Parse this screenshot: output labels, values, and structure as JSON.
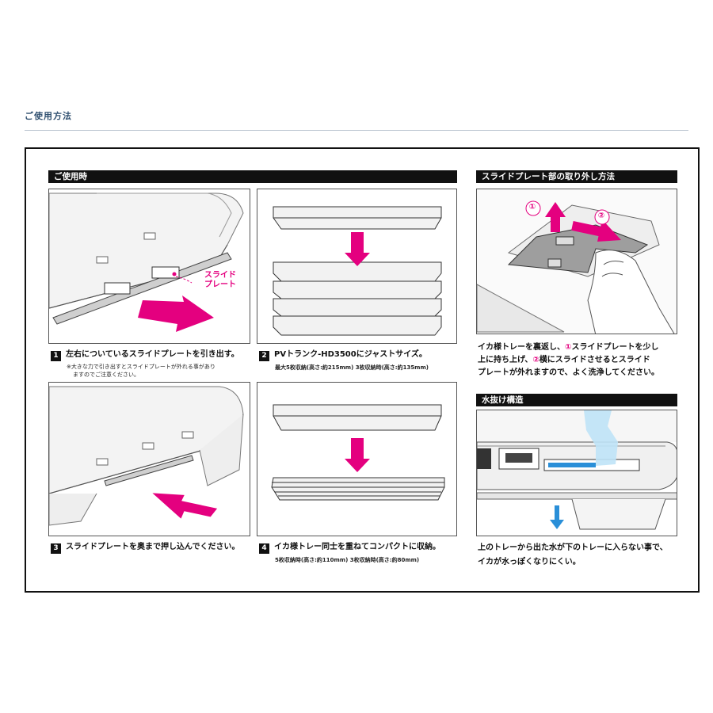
{
  "header": {
    "title": "ご使用方法"
  },
  "left_section": {
    "title": "ご使用時"
  },
  "steps": [
    {
      "num": "1",
      "text": "左右についているスライドプレートを引き出す。",
      "note_line1": "※大きな力で引き出すとスライドプレートが外れる事があり",
      "note_line2": "ますのでご注意ください。",
      "callout_line1": "スライド",
      "callout_line2": "プレート"
    },
    {
      "num": "2",
      "text": "PVトランク-HD3500にジャストサイズ。",
      "note": "最大5枚収納(高さ:約215mm) 3枚収納時(高さ:約135mm)"
    },
    {
      "num": "3",
      "text": "スライドプレートを奥まで押し込んでください。"
    },
    {
      "num": "4",
      "text": "イカ様トレー同士を重ねてコンパクトに収納。",
      "note": "5枚収納時(高さ:約110mm) 3枚収納時(高さ:約80mm)"
    }
  ],
  "removal": {
    "title": "スライドプレート部の取り外し方法",
    "mark1": "①",
    "mark2": "②",
    "line1_a": "イカ様トレーを裏返し、",
    "line1_mark": "①",
    "line1_b": "スライドプレートを少し",
    "line2_a": "上に持ち上げ、",
    "line2_mark": "②",
    "line2_b": "横にスライドさせるとスライド",
    "line3": "プレートが外れますので、よく洗浄してください。"
  },
  "drainage": {
    "title": "水抜け構造",
    "line1": "上のトレーから出た水が下のトレーに入らない事で、",
    "line2": "イカが水っぽくなりにくい。"
  },
  "colors": {
    "accent_pink": "#e4007f",
    "water_blue": "#2a8fd8",
    "bar": "#111111"
  }
}
